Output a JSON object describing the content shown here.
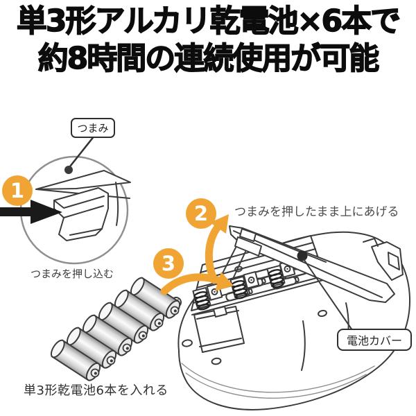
{
  "title": {
    "line1": "単3形アルカリ乾電池×6本で",
    "line2": "約8時間の連続使用が可能"
  },
  "steps": [
    {
      "number": "1",
      "caption": "つまみを押し込む"
    },
    {
      "number": "2",
      "caption": "つまみを押したまま上にあげる"
    },
    {
      "number": "3",
      "caption": "単3形乾電池6本を入れる"
    }
  ],
  "callouts": {
    "knob": "つまみ",
    "battery_cover": "電池カバー"
  },
  "figure": {
    "battery_count": 6
  },
  "icons": {
    "push_arrow": "black-right-arrow",
    "lift_arrow": "orange-curved-up-arrow",
    "insert_arrow": "orange-curved-right-arrow",
    "leader_dot": "black-dot"
  },
  "colors": {
    "accent_orange": "#F0A433",
    "line_art_dark": "#3b3b3b",
    "line_art_mid": "#8f8f8f",
    "title_text": "#0c0c0c",
    "caption_text": "#3c3c3c"
  }
}
